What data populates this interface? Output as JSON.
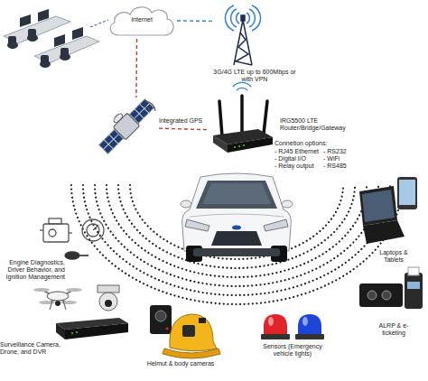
{
  "diagram": {
    "nodes": [
      {
        "text": [
          "Internet"
        ]
      },
      {
        "text": [
          "3G/4G LTE up to 600Mbps or with VPN"
        ]
      },
      {
        "text": [
          "Integrated GPS"
        ]
      },
      {
        "text": [
          "IRG5500 LTE Router/Bridge/Gateway",
          "Connetion options:",
          "- RJ45 Ethernet",
          "- Digital I/O",
          "- Relay output",
          "- RS232",
          "- WiFi",
          "- RS485"
        ]
      },
      {
        "text": [
          "Engine Diagnostics, Driver Behavior, and Ignition Management"
        ]
      },
      {
        "text": [
          "Laptops & Tablets"
        ]
      },
      {
        "text": [
          "Surveillance Camera, Drone, and DVR"
        ]
      },
      {
        "text": [
          "ALRP & e-ticketing"
        ]
      },
      {
        "text": [
          "Helmut & body cameras"
        ]
      },
      {
        "text": [
          "Sensors (Emergency vehicle lights)"
        ]
      }
    ],
    "edges": [
      {
        "from": 0,
        "to": 1,
        "arrow": "none"
      },
      {
        "from": 0,
        "to": 2,
        "arrow": "none"
      },
      {
        "from": 2,
        "to": 3,
        "arrow": "none"
      }
    ]
  }
}
